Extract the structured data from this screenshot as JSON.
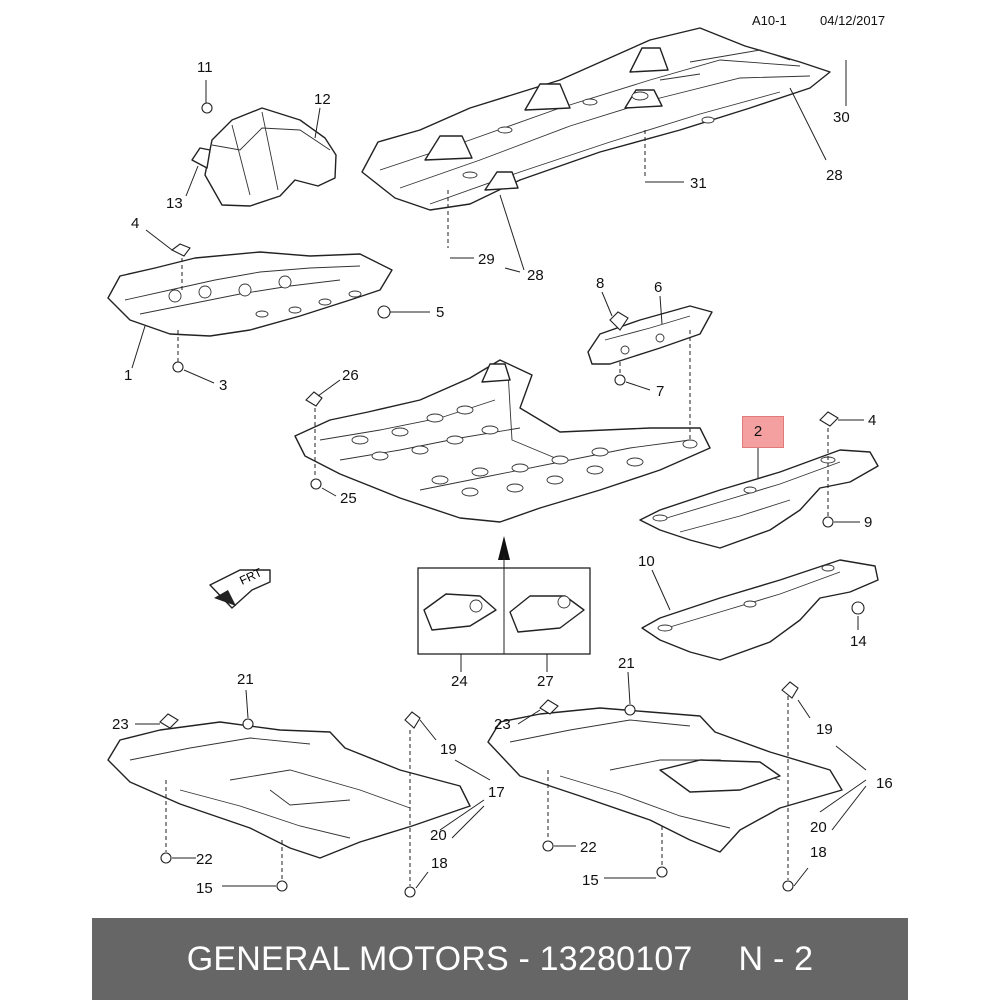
{
  "header": {
    "sheet_id": "A10-1",
    "date": "04/12/2017"
  },
  "highlighted_callout": "2",
  "callouts": {
    "c1": "1",
    "c2": "2",
    "c3": "3",
    "c4a": "4",
    "c4b": "4",
    "c5": "5",
    "c6": "6",
    "c7": "7",
    "c8": "8",
    "c9": "9",
    "c10": "10",
    "c11": "11",
    "c12": "12",
    "c13": "13",
    "c14": "14",
    "c15a": "15",
    "c15b": "15",
    "c16": "16",
    "c17": "17",
    "c18a": "18",
    "c18b": "18",
    "c19a": "19",
    "c19b": "19",
    "c20a": "20",
    "c20b": "20",
    "c21a": "21",
    "c21b": "21",
    "c22a": "22",
    "c22b": "22",
    "c23a": "23",
    "c23b": "23",
    "c24": "24",
    "c25": "25",
    "c26": "26",
    "c27": "27",
    "c28a": "28",
    "c28b": "28",
    "c29": "29",
    "c30": "30",
    "c31": "31"
  },
  "direction_marker": "FRT",
  "footer": {
    "brand_part": "GENERAL MOTORS - 13280107",
    "page": "N - 2"
  }
}
